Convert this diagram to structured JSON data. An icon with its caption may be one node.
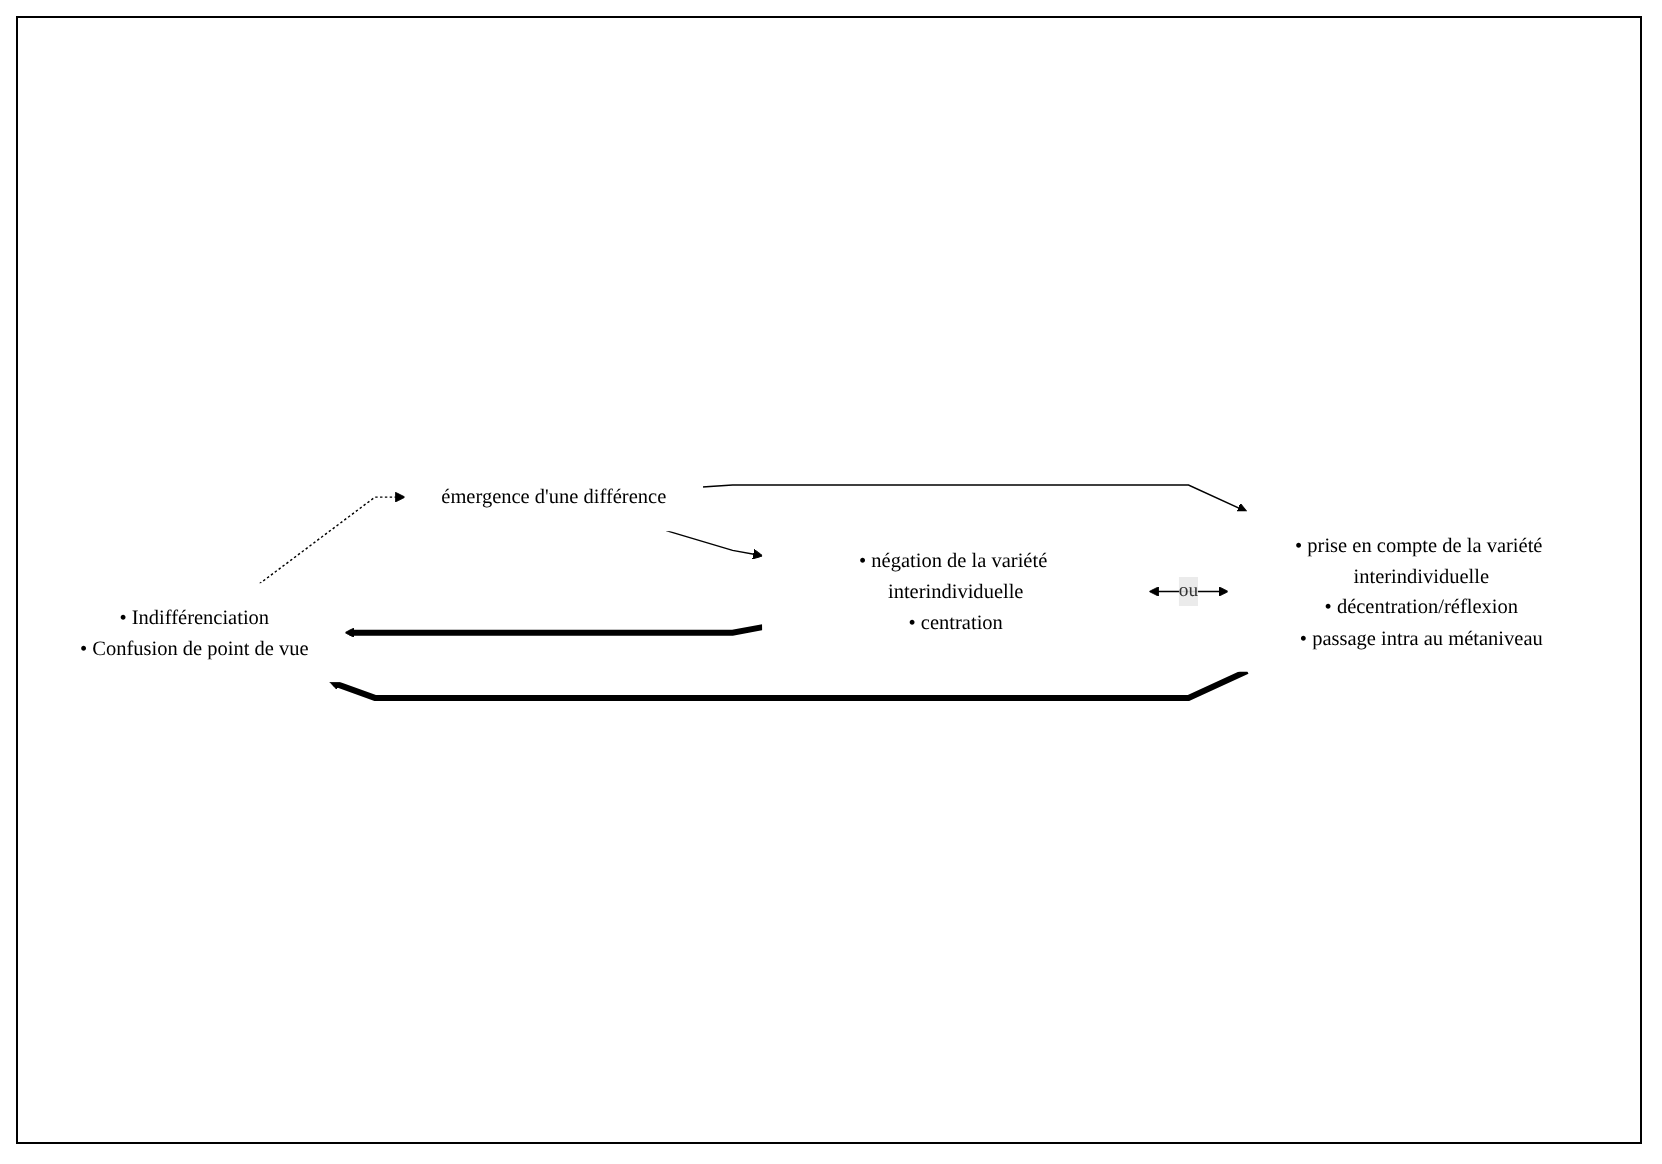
{
  "diagram": {
    "nodes": [
      {
        "text": [
          "• Indifférenciation",
          "• Confusion de point de vue"
        ]
      },
      {
        "text": [
          "émergence d'une différence"
        ]
      },
      {
        "text": [
          "• négation de la variété interindividuelle",
          "• centration"
        ]
      },
      {
        "text": [
          "• prise en compte de la variété interindividuelle",
          "• décentration/réflexion",
          "• passage intra au métaniveau"
        ]
      }
    ],
    "edges": [
      {
        "from": 0,
        "to": 1,
        "arrow": "to",
        "style": "dashed"
      },
      {
        "from": 1,
        "to": 2,
        "arrow": "to"
      },
      {
        "from": 1,
        "to": 3,
        "arrow": "to"
      },
      {
        "from": 2,
        "to": 3,
        "arrow": "both",
        "label": "ou"
      },
      {
        "from": 2,
        "to": 0,
        "arrow": "to",
        "style": "thick"
      },
      {
        "from": 3,
        "to": 0,
        "arrow": "to",
        "style": "thick"
      }
    ]
  }
}
